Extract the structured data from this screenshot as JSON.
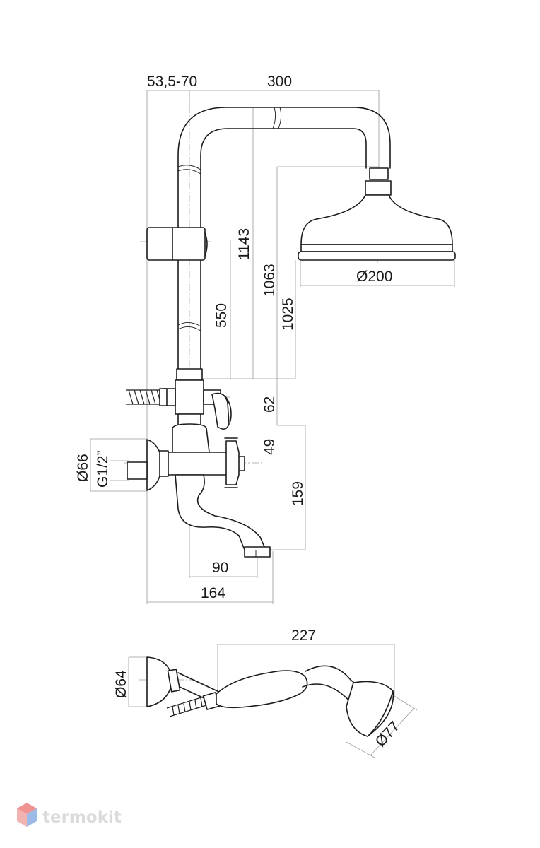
{
  "dimensions": {
    "wall_offset": "53,5-70",
    "arm_length": "300",
    "rail_height": "1143",
    "head_height": "1063",
    "head_bottom": "1025",
    "slider_spacing": "550",
    "diverter_spacing": "62",
    "spindle_offset": "49",
    "spout_drop": "159",
    "head_diameter": "Ø200",
    "flange_diameter": "Ø66",
    "thread_size": "G1/2”",
    "spout_reach": "90",
    "total_depth": "164",
    "hose_length": "227",
    "wall_hook_diameter": "Ø64",
    "hand_shower_diameter": "Ø77"
  },
  "brand": {
    "name": "termokit",
    "accent_color": "#e34b4b",
    "secondary_color": "#5b8ed6"
  },
  "colors": {
    "line": "#1c1c1c",
    "extension": "#9a9a9a",
    "text": "#1a1a1a"
  }
}
